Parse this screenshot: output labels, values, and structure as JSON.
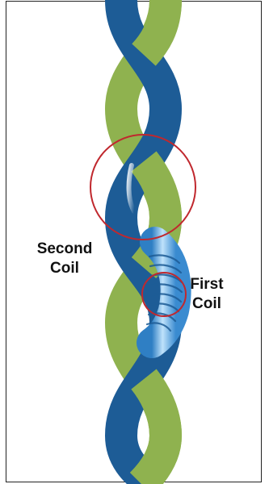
{
  "diagram": {
    "labels": {
      "second_coil": [
        "Second",
        "Coil"
      ],
      "first_coil": [
        "First",
        "Coil"
      ]
    },
    "colors": {
      "green_strand": "#8fb24f",
      "blue_strand": "#1d5c96",
      "light_blue_coil": "#5aa7e2",
      "circle_outline": "#c0282e",
      "frame_border": "#222222"
    }
  }
}
